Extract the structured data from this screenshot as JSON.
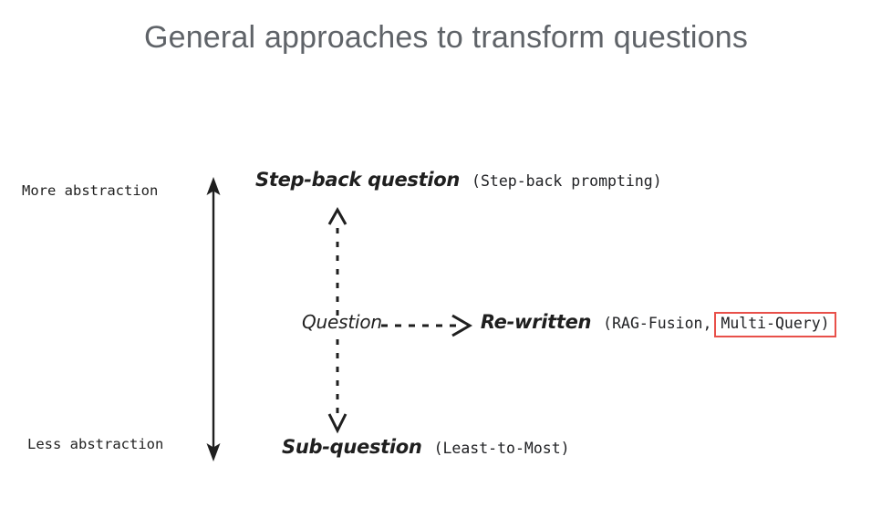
{
  "slide": {
    "title": "General approaches to transform questions",
    "background_color": "#ffffff",
    "title_color": "#5f6368"
  },
  "axis": {
    "top_label": "More abstraction",
    "bottom_label": "Less abstraction",
    "arrow_name": "double-headed-vertical-arrow",
    "arrow_color": "#1f1f1f"
  },
  "rows": {
    "stepback": {
      "term": "Step-back question",
      "technique": "(Step-back prompting)"
    },
    "question": {
      "source": "Question",
      "term": "Re-written",
      "technique_open": "(RAG-Fusion,",
      "technique_highlight": "Multi-Query)",
      "highlight_color": "#e8504a"
    },
    "subquestion": {
      "term": "Sub-question",
      "technique": "(Least-to-Most)"
    }
  },
  "connectors": {
    "up": "dashed-arrow-up",
    "down": "dashed-arrow-down",
    "right": "dashed-arrow-right"
  }
}
